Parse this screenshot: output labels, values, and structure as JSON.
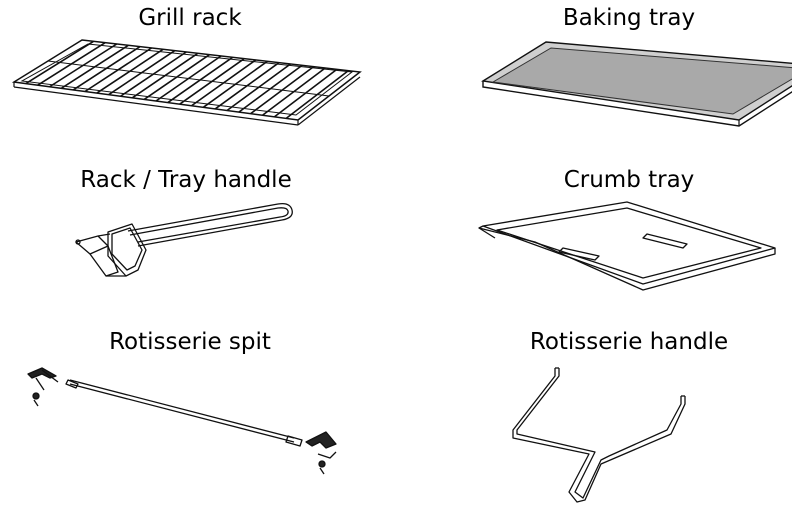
{
  "accessories": [
    {
      "label": "Grill rack",
      "icon": "grill-rack-icon"
    },
    {
      "label": "Baking tray",
      "icon": "baking-tray-icon"
    },
    {
      "label": "Rack / Tray handle",
      "icon": "tray-handle-icon"
    },
    {
      "label": "Crumb tray",
      "icon": "crumb-tray-icon"
    },
    {
      "label": "Rotisserie spit",
      "icon": "rotisserie-spit-icon"
    },
    {
      "label": "Rotisserie handle",
      "icon": "rotisserie-handle-icon"
    }
  ],
  "colors": {
    "line": "#111111",
    "tray_fill": "#a9a9a9",
    "tray_rim": "#cfcfcf"
  }
}
